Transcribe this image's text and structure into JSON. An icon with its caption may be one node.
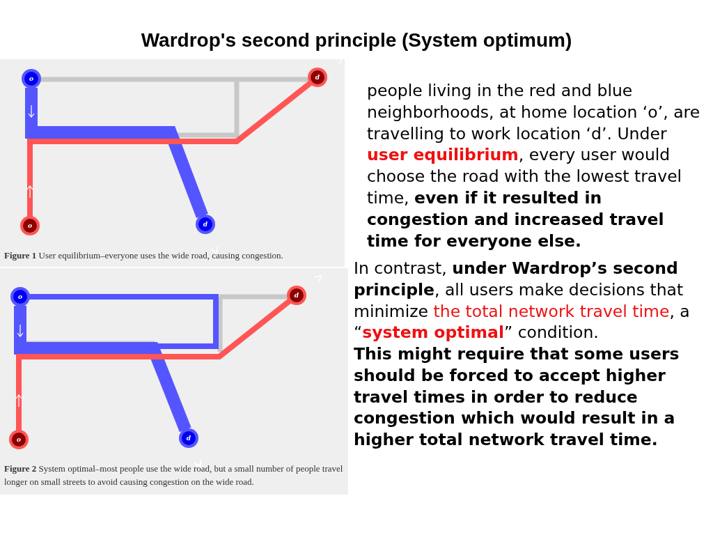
{
  "diagram": {
    "title": "Wardrop's second principle (System optimum)",
    "nodes": [
      {
        "text": [
          "**Figure 1** User equilibrium–everyone uses the wide road, causing congestion."
        ]
      },
      {
        "text": [
          "o"
        ],
        "in": 0
      },
      {
        "text": [
          "d"
        ],
        "in": 0
      },
      {
        "text": [
          "o"
        ],
        "in": 0
      },
      {
        "text": [
          "d"
        ],
        "in": 0
      },
      {
        "text": [
          "**Figure 2** System optimal–most people use the wide road, but a small number of people travel longer on small streets to avoid causing congestion on the wide road."
        ]
      },
      {
        "text": [
          "o"
        ],
        "in": 5
      },
      {
        "text": [
          "d"
        ],
        "in": 5
      },
      {
        "text": [
          "o"
        ],
        "in": 5
      },
      {
        "text": [
          "d"
        ],
        "in": 5
      }
    ],
    "edges": [
      {
        "from": 1,
        "to": 4,
        "arrow": "to",
        "style": "thick",
        "color": "#5555ff"
      },
      {
        "from": 3,
        "to": 2,
        "arrow": "to",
        "color": "#ff5555"
      },
      {
        "from": 6,
        "to": 9,
        "arrow": "to",
        "style": "thick",
        "color": "#5555ff"
      },
      {
        "from": 6,
        "to": 9,
        "arrow": "to",
        "color": "#5555ff"
      },
      {
        "from": 8,
        "to": 7,
        "arrow": "to",
        "color": "#ff5555"
      }
    ],
    "labels": [
      "people living in the red and blue neighborhoods, at home location ‘o’, are travelling to work location ‘d’. Under **user equilibrium**, every user would choose the road with the lowest travel time, **even if it resulted in congestion and increased travel time for everyone else.**",
      "In contrast, **under Wardrop’s second principle**, all users make decisions that minimize *the total network travel time*, a “**system optimal**” condition.",
      "This might require that some users should be forced to accept higher travel times in order to reduce congestion which would result in a higher total network travel time."
    ]
  }
}
